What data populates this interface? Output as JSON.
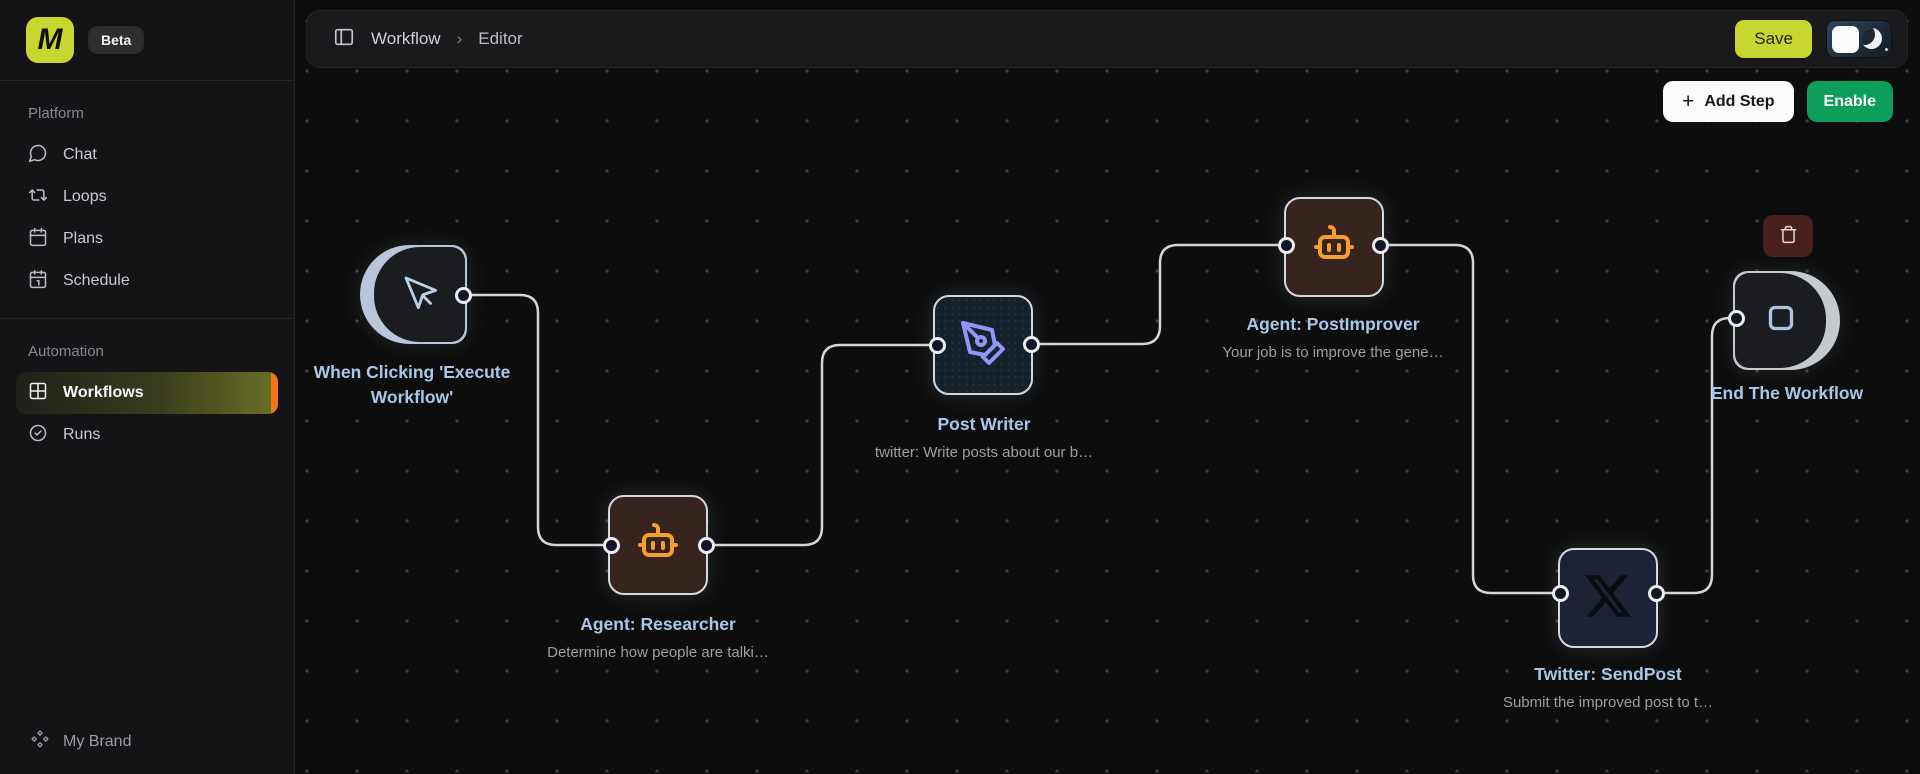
{
  "app": {
    "logo_letter": "M",
    "beta_badge": "Beta"
  },
  "sidebar": {
    "sections": [
      {
        "label": "Platform",
        "items": [
          {
            "label": "Chat",
            "icon": "chat-bubble-icon"
          },
          {
            "label": "Loops",
            "icon": "loops-icon"
          },
          {
            "label": "Plans",
            "icon": "calendar-icon"
          },
          {
            "label": "Schedule",
            "icon": "calendar-day-icon"
          }
        ]
      },
      {
        "label": "Automation",
        "items": [
          {
            "label": "Workflows",
            "icon": "grid-icon",
            "active": true
          },
          {
            "label": "Runs",
            "icon": "check-circle-icon"
          }
        ]
      }
    ],
    "footer": {
      "label": "My Brand",
      "icon": "diamonds-icon"
    }
  },
  "header": {
    "breadcrumb": {
      "items": [
        "Workflow",
        "Editor"
      ],
      "separator": "›"
    },
    "save_label": "Save",
    "theme_toggle": "dark-mode"
  },
  "canvas_toolbar": {
    "add_step_label": "Add Step",
    "plus_glyph": "+",
    "enable_label": "Enable"
  },
  "workflow": {
    "nodes": [
      {
        "id": "trigger",
        "type": "trigger",
        "title": "When Clicking 'Execute Workflow'",
        "subtitle": "",
        "icon": "cursor-icon"
      },
      {
        "id": "researcher",
        "type": "agent",
        "title": "Agent: Researcher",
        "subtitle": "Determine how people are talki…",
        "icon": "robot-icon"
      },
      {
        "id": "post-writer",
        "type": "tool",
        "title": "Post Writer",
        "subtitle": "twitter: Write posts about our b…",
        "icon": "pen-nib-icon"
      },
      {
        "id": "post-improver",
        "type": "agent",
        "title": "Agent: PostImprover",
        "subtitle": "Your job is to improve the gene…",
        "icon": "robot-icon"
      },
      {
        "id": "twitter-send",
        "type": "twitter",
        "title": "Twitter: SendPost",
        "subtitle": "Submit the improved post to t…",
        "icon": "x-logo-icon"
      },
      {
        "id": "end",
        "type": "end",
        "title": "End The Workflow",
        "subtitle": "",
        "icon": "square-icon"
      }
    ],
    "edges": [
      {
        "from": "trigger",
        "to": "researcher"
      },
      {
        "from": "researcher",
        "to": "post-writer"
      },
      {
        "from": "post-writer",
        "to": "post-improver"
      },
      {
        "from": "post-improver",
        "to": "twitter-send"
      },
      {
        "from": "twitter-send",
        "to": "end"
      }
    ]
  },
  "colors": {
    "accent_lime": "#c7d72f",
    "active_bar_orange": "#f97316",
    "enable_green": "#0e9e5b",
    "node_title_blue": "#a9c8e8",
    "edge_gray": "#d2d5d9",
    "agent_node_fill": "#38241e",
    "writer_node_fill": "#15212a",
    "twitter_node_fill": "#1c2336",
    "robot_icon_orange": "#f59f2e",
    "pen_icon_purple": "#8e96f7"
  }
}
